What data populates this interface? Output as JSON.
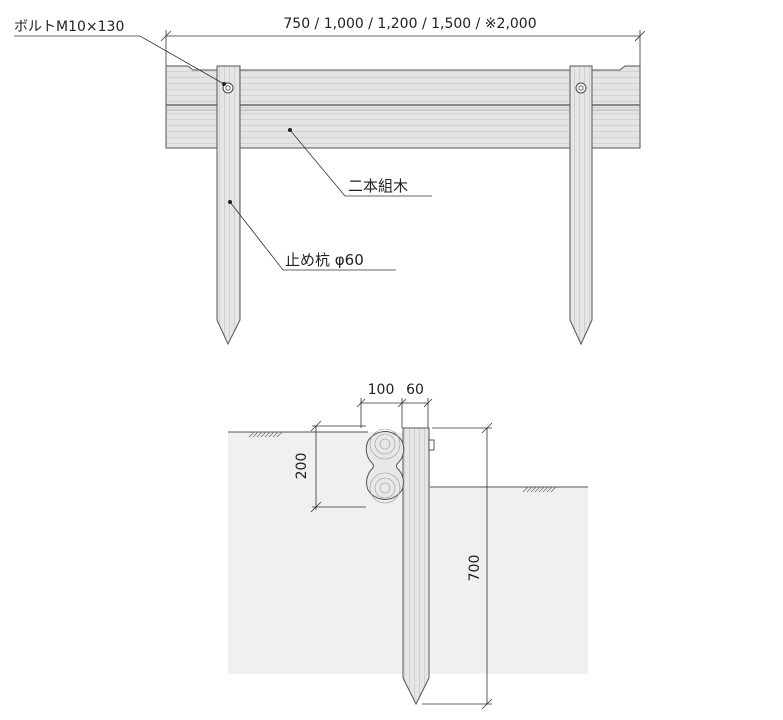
{
  "front_view": {
    "width_options_label": "750 / 1,000 / 1,200 / 1,500 / ※2,000",
    "bolt_label": "ボルトM10×130",
    "log_label": "二本組木",
    "stake_label": "止め杭 φ60"
  },
  "section_view": {
    "dim_log_diameter": "100",
    "dim_stake_diameter": "60",
    "dim_log_height": "200",
    "dim_stake_depth": "700"
  }
}
